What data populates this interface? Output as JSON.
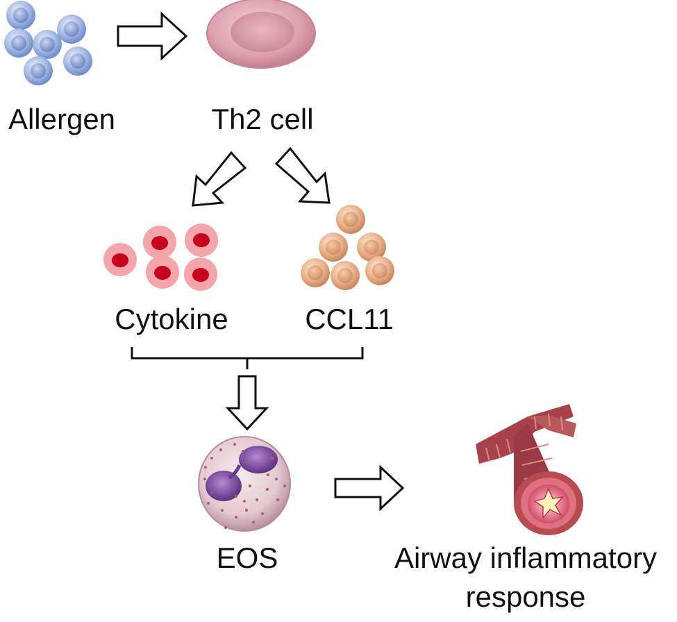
{
  "labels": {
    "allergen": "Allergen",
    "th2": "Th2 cell",
    "cytokine": "Cytokine",
    "ccl11": "CCL11",
    "eos": "EOS",
    "airway_line1": "Airway inflammatory",
    "airway_line2": "response"
  },
  "colors": {
    "allergen_cell": "#9fb4e0",
    "th2_cell": "#d99aa8",
    "cytokine_outer": "#f4a6aa",
    "cytokine_nucleus": "#c8001e",
    "ccl11_cell": "#e8b08a",
    "eos_cell": "#e8d2d8",
    "eos_nucleus": "#7a4a9a",
    "airway_tissue": "#a8424a"
  },
  "icons": [
    "allergen-cells-icon",
    "th2-cell-icon",
    "cytokine-cells-icon",
    "ccl11-cells-icon",
    "eos-cell-icon",
    "airway-icon",
    "arrow-icon",
    "bracket-icon"
  ]
}
